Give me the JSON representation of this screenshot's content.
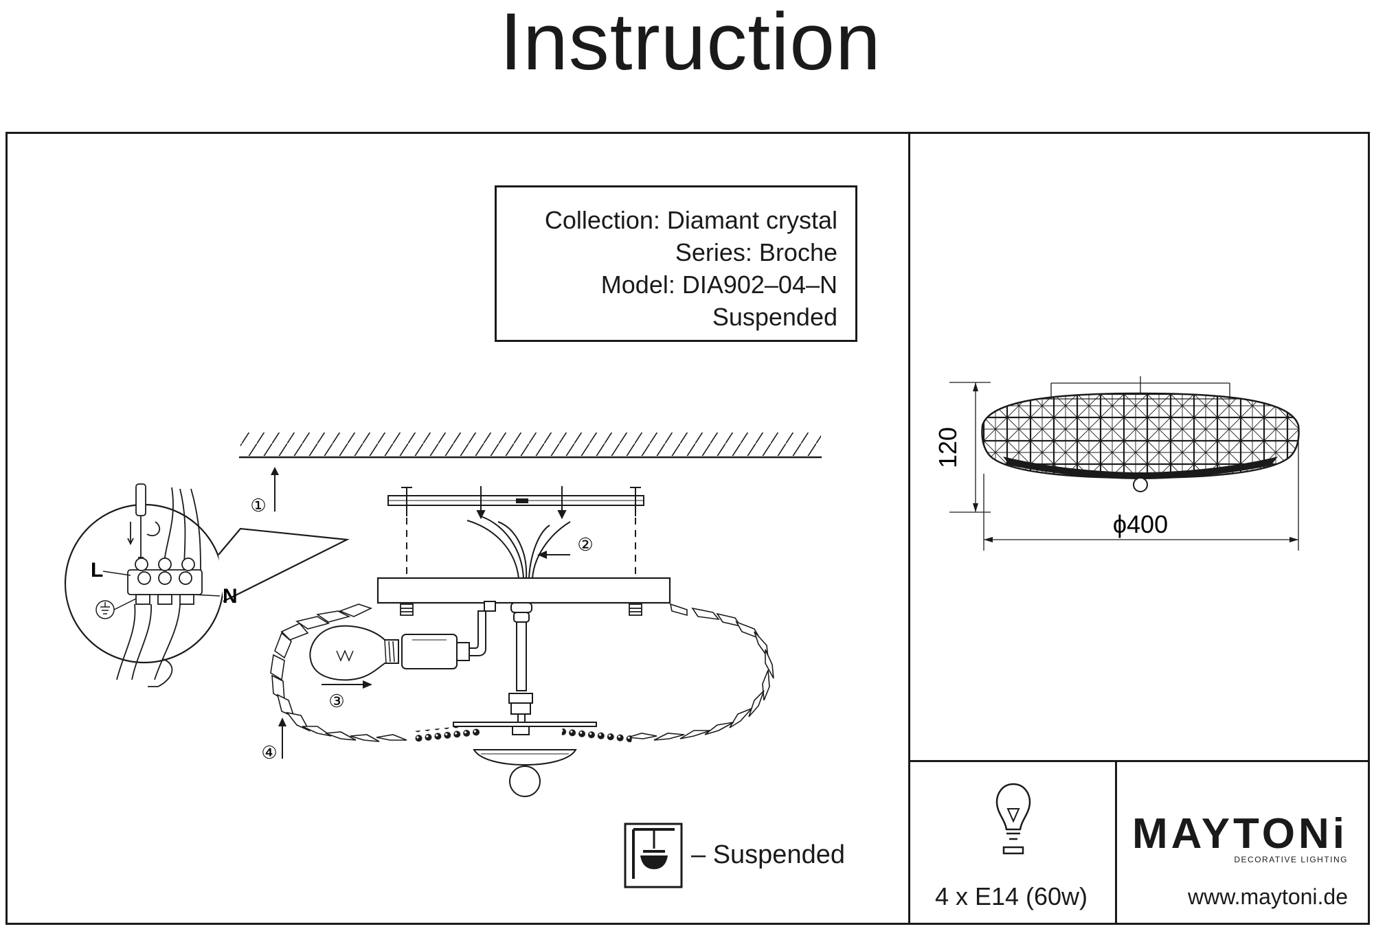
{
  "title": "Instruction",
  "info": {
    "collection": "Collection: Diamant crystal",
    "series": "Series: Broche",
    "model": "Model: DIA902–04–N",
    "type": "Suspended"
  },
  "steps": [
    "①",
    "②",
    "③",
    "④"
  ],
  "wiring": {
    "live": "L",
    "neutral": "N"
  },
  "dimensions": {
    "height": "120",
    "diameter": "ϕ400"
  },
  "legend": {
    "text": "– Suspended",
    "icon": "ceiling-mount-icon"
  },
  "spec": {
    "bulb_icon": "bulb-icon",
    "text": "4 x E14 (60w)"
  },
  "brand": {
    "name": "MAYTONi",
    "tagline": "DECORATIVE LIGHTING",
    "website": "www.maytoni.de"
  }
}
